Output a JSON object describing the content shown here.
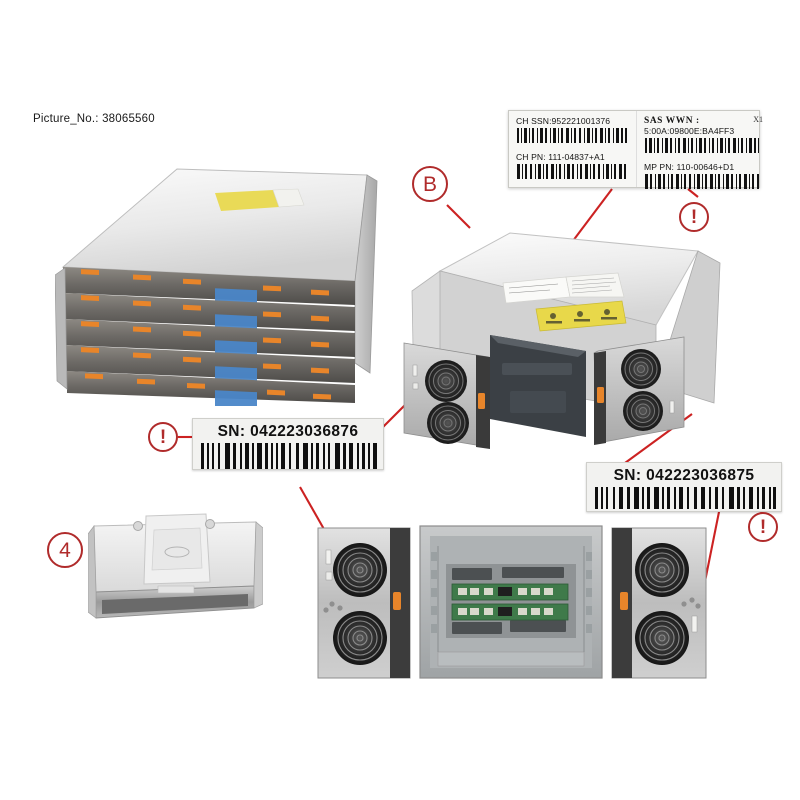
{
  "caption": {
    "picture_no": "Picture_No.: 38065560"
  },
  "colors": {
    "callout_red": "#b02b2b",
    "leader_red": "#cc2222",
    "label_bg": "#f2f2f0",
    "caution_yellow": "#e8d84a",
    "drive_handle_orange": "#e8852a",
    "drive_tag_blue": "#4a86c8",
    "pcb_green": "#3f7a4a",
    "metal_light": "#dcdcdc",
    "metal_dark": "#8e8e8e"
  },
  "callouts": [
    {
      "id": "callout-b",
      "label": "B",
      "kind": "letter"
    },
    {
      "id": "callout-4",
      "label": "4",
      "kind": "number"
    },
    {
      "id": "callout-warn-top-right",
      "label": "!",
      "kind": "warning"
    },
    {
      "id": "callout-warn-sn-left",
      "label": "!",
      "kind": "warning"
    },
    {
      "id": "callout-warn-sn-right",
      "label": "!",
      "kind": "warning"
    }
  ],
  "spec_label": {
    "name": "chassis-spec-label",
    "x1": "X1",
    "left": {
      "ssn_label": "CH SSN:952221001376",
      "pn_label": "CH PN: 111-04837+A1"
    },
    "right": {
      "wwn_title": "SAS WWN :",
      "wwn_value": "5:00A:09800E:BA4FF3",
      "pn_label": "MP PN: 110-00646+D1"
    }
  },
  "serial_labels": [
    {
      "id": "sn-label-left",
      "text": "SN: 042223036876"
    },
    {
      "id": "sn-label-right",
      "text": "SN: 042223036875"
    }
  ],
  "photos": [
    {
      "id": "photo-shelf",
      "alt": "stacked disk drive shelf, five trays with orange handles"
    },
    {
      "id": "photo-chassis",
      "alt": "chassis rear view with two power supply fan modules extended"
    },
    {
      "id": "photo-bracket",
      "alt": "sheet metal filler bracket component"
    },
    {
      "id": "photo-open",
      "alt": "open chassis front with midplane boards and two fan modules"
    }
  ]
}
